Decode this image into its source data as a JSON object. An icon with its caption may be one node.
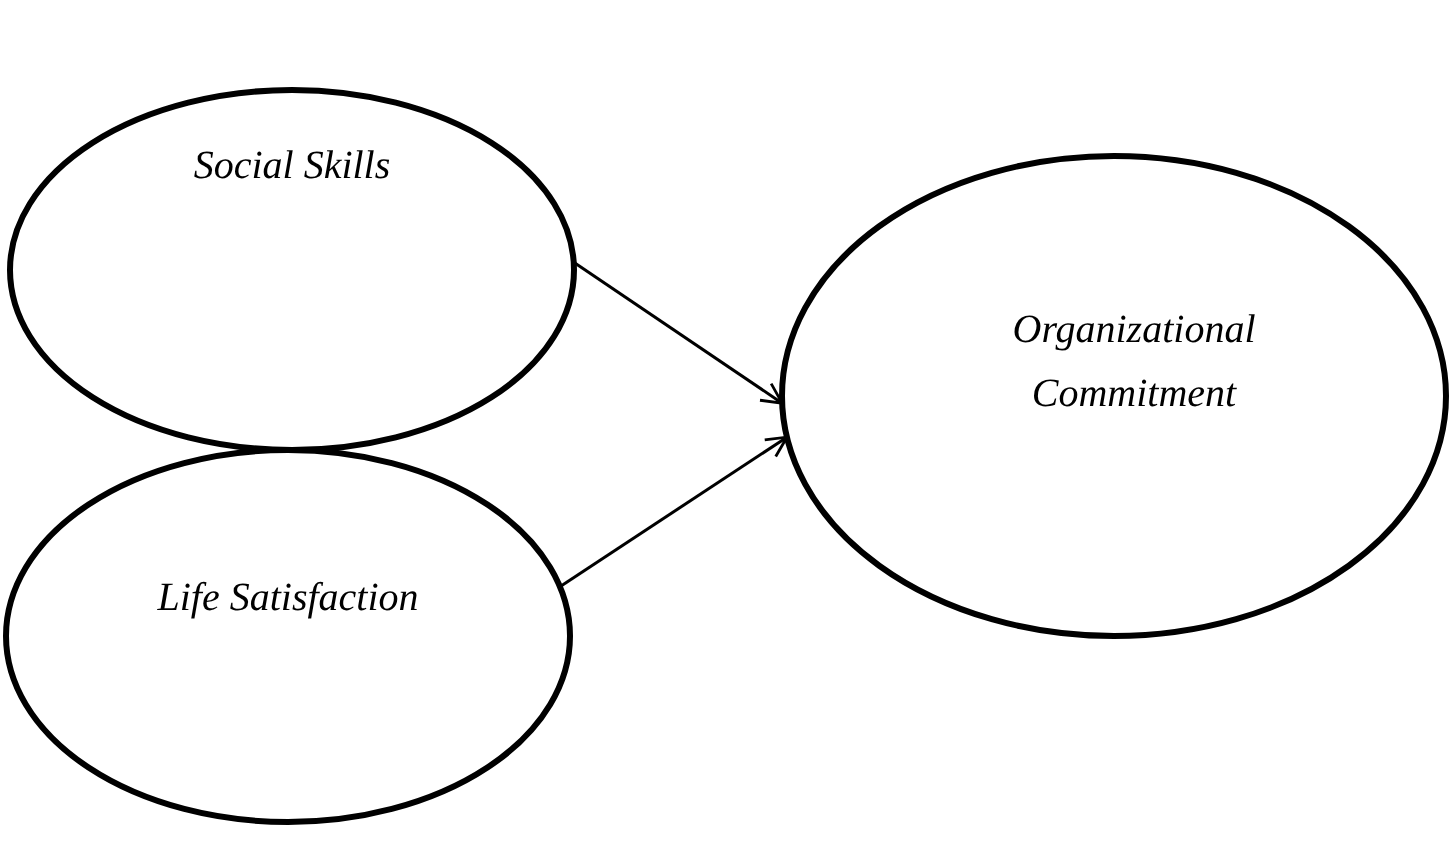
{
  "diagram": {
    "nodes": [
      {
        "text": [
          "Social Skills"
        ]
      },
      {
        "text": [
          "Life Satisfaction"
        ]
      },
      {
        "text": [
          "Organizational Commitment"
        ]
      }
    ],
    "edges": [
      {
        "from": 0,
        "to": 2,
        "arrow": "to"
      },
      {
        "from": 1,
        "to": 2,
        "arrow": "to"
      }
    ]
  }
}
